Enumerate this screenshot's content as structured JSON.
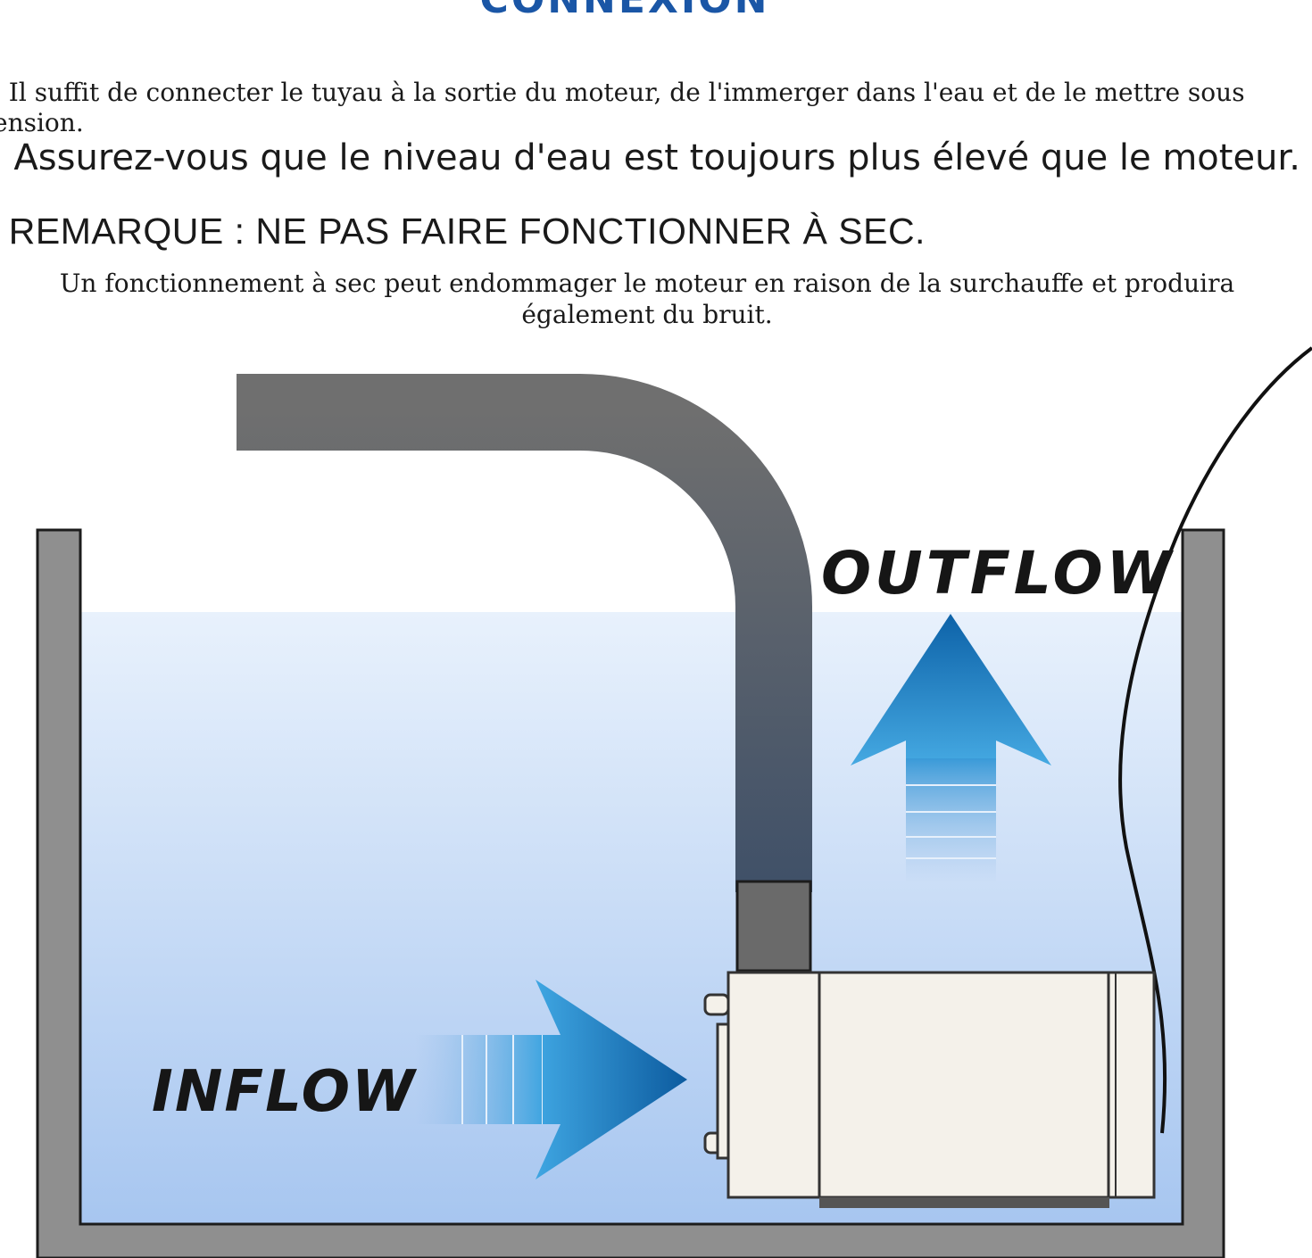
{
  "header": {
    "title": "CONNEXION"
  },
  "instructions": {
    "step1_line1": ". Il suffit de connecter le tuyau à la sortie du moteur, de l'immerger dans l'eau et de le mettre sous",
    "step1_line2": "ension.",
    "step2": ". Assurez-vous que le niveau d'eau est toujours plus élevé que le moteur.",
    "step3": ". REMARQUE : NE PAS FAIRE FONCTIONNER À SEC.",
    "note": "Un fonctionnement à sec peut endommager le moteur en raison de la surchauffe et produira également du bruit."
  },
  "diagram": {
    "outflow_label": "OUTFLOW",
    "inflow_label": "INFLOW",
    "colors": {
      "tank_wall": "#8f8f8f",
      "water_top": "#e6f0fc",
      "water_bottom": "#a8c7f0",
      "hose": "#6d6d6d",
      "arrow_light": "#49a7e0",
      "arrow_dark": "#0c5fa4",
      "pump_body": "#f4f1ea"
    }
  }
}
